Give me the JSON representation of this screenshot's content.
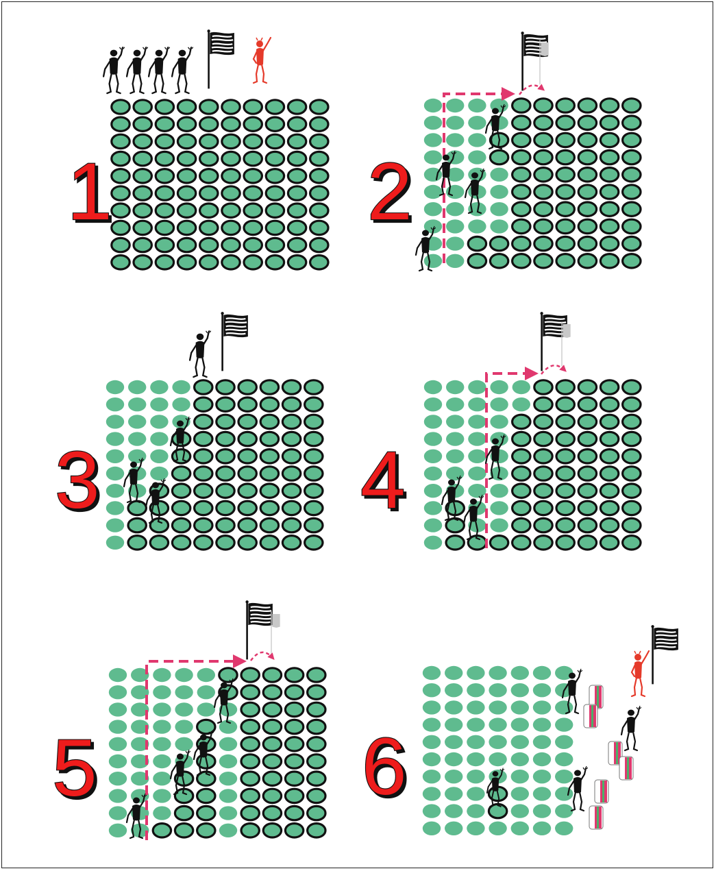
{
  "diagram": {
    "panels": [
      {
        "number": "1"
      },
      {
        "number": "2"
      },
      {
        "number": "3"
      },
      {
        "number": "4"
      },
      {
        "number": "5"
      },
      {
        "number": "6"
      }
    ],
    "colors": {
      "cell_fill": "#5fbb8f",
      "cell_outline": "#111111",
      "number": "#ee1c1c",
      "arrow": "#e0386e",
      "red_figure": "#e53a2a",
      "ghost_flag": "#c8c8c8",
      "block_stripe": "#e0386e",
      "block_stripe_alt": "#4caf6a"
    },
    "icons": [
      "flag-icon",
      "person-icon",
      "red-person-icon",
      "dashed-arrow-icon",
      "block-icon"
    ]
  }
}
